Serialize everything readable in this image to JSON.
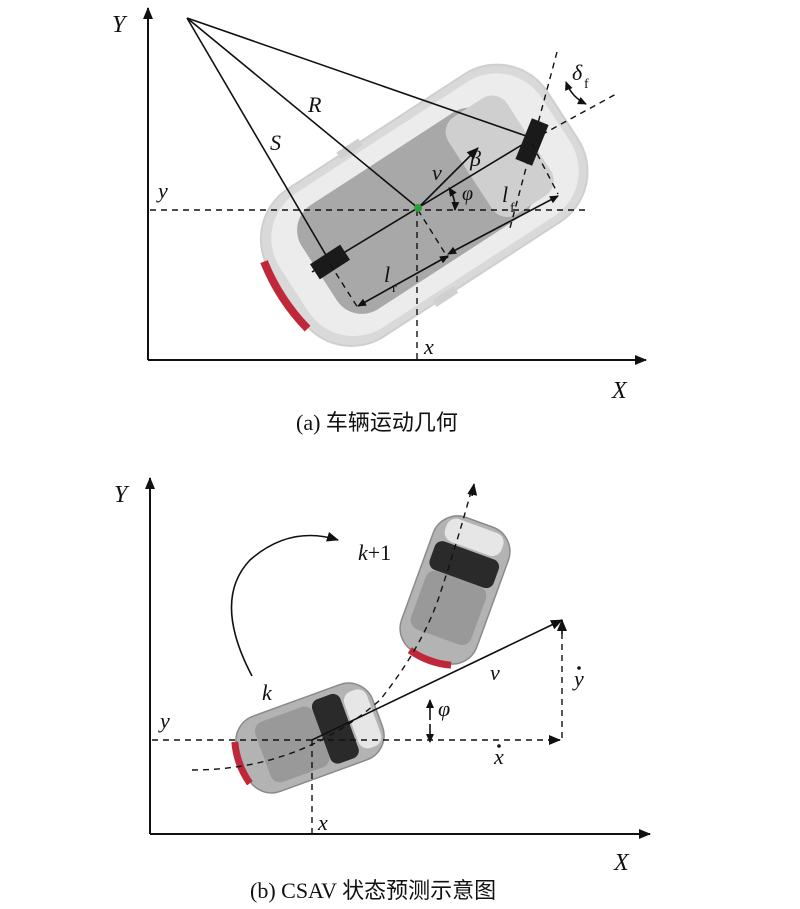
{
  "panel_a": {
    "axis_y": "Y",
    "axis_x": "X",
    "label_y": "y",
    "label_x": "x",
    "label_R": "R",
    "label_S": "S",
    "label_v": "v",
    "label_beta": "β",
    "label_phi": "φ",
    "label_lf": "l",
    "label_lf_sub": "f",
    "label_lr": "l",
    "label_lr_sub": "r",
    "label_delta": "δ",
    "label_delta_sub": "f",
    "caption": "(a) 车辆运动几何"
  },
  "panel_b": {
    "axis_y": "Y",
    "axis_x": "X",
    "label_y": "y",
    "label_x": "x",
    "label_k": "k",
    "label_k1": "k+1",
    "label_v": "v",
    "label_phi": "φ",
    "label_xdot": "x",
    "label_ydot": "y",
    "caption": "(b) CSAV 状态预测示意图"
  },
  "colors": {
    "line": "#111111",
    "car_body": "#b3b3b3",
    "car_light": "#e6e6e6",
    "accent_red": "#c0283a",
    "center_point": "#2e9e3a"
  }
}
